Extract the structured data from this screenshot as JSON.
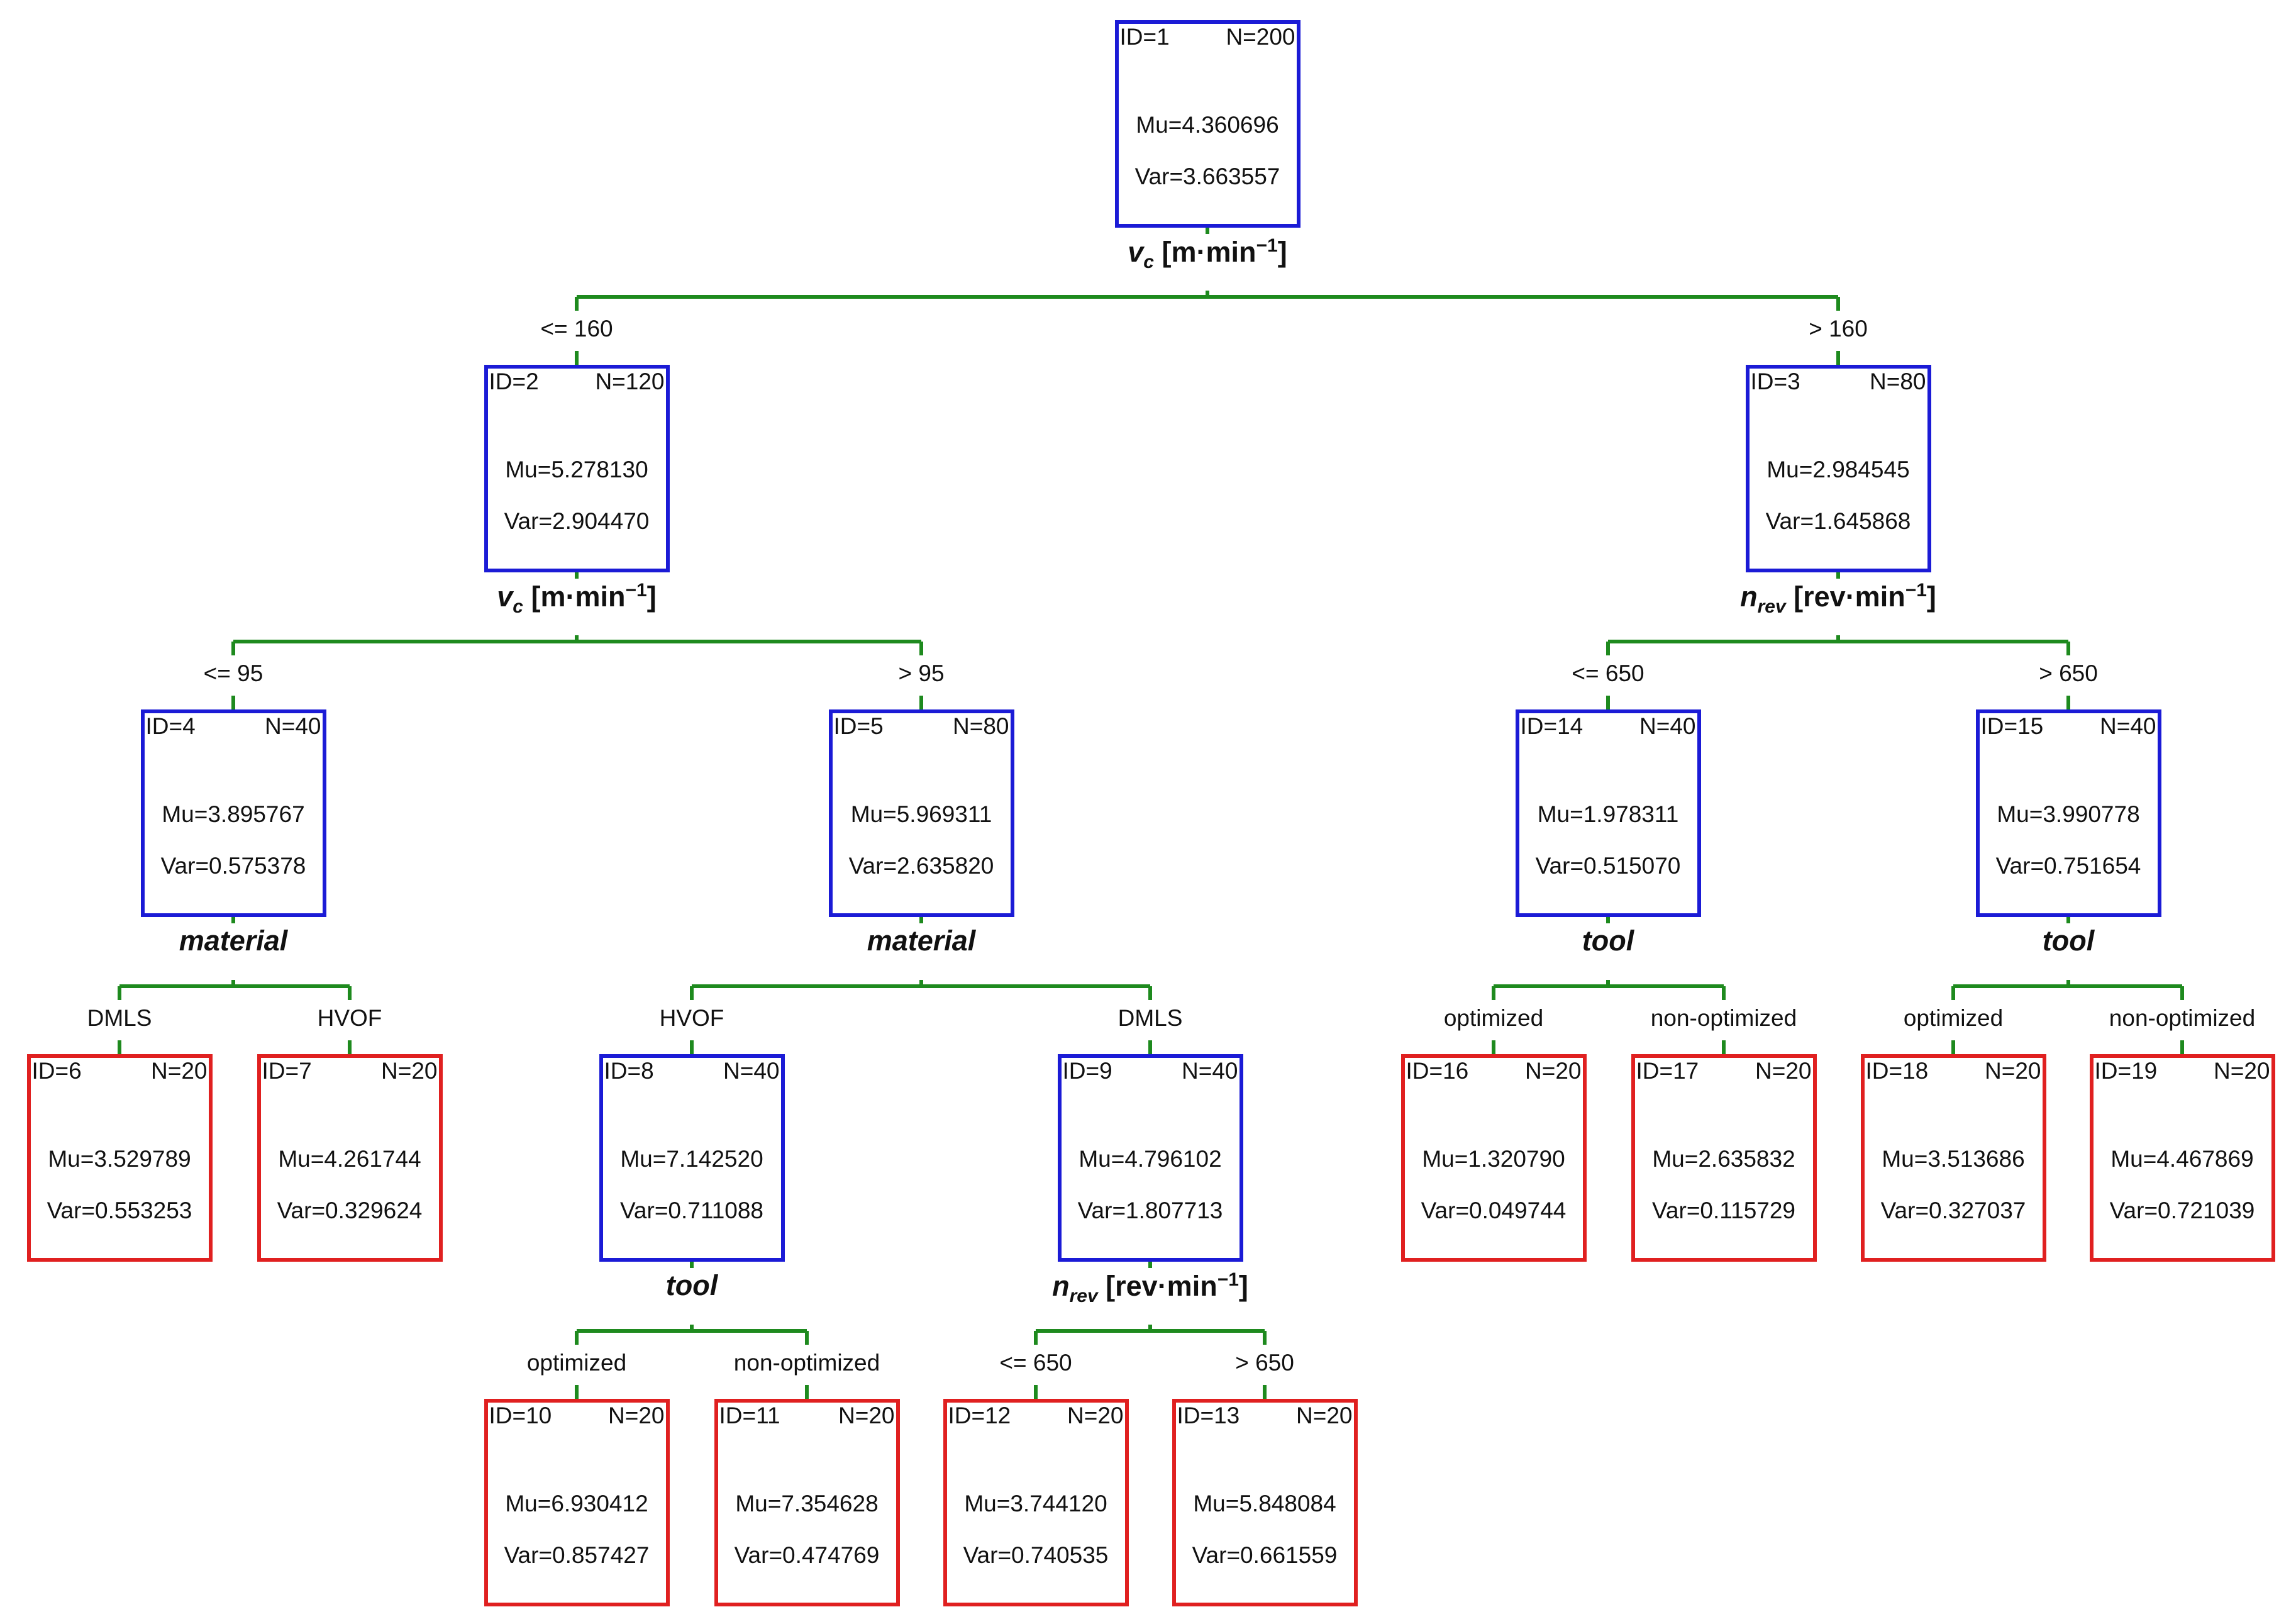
{
  "nodes": [
    {
      "key": "n1",
      "type": "internal",
      "id_text": "ID=1",
      "n_text": "N=200",
      "mu_text": "Mu=4.360696",
      "var_text": "Var=3.663557"
    },
    {
      "key": "n2",
      "type": "internal",
      "id_text": "ID=2",
      "n_text": "N=120",
      "mu_text": "Mu=5.278130",
      "var_text": "Var=2.904470"
    },
    {
      "key": "n3",
      "type": "internal",
      "id_text": "ID=3",
      "n_text": "N=80",
      "mu_text": "Mu=2.984545",
      "var_text": "Var=1.645868"
    },
    {
      "key": "n4",
      "type": "internal",
      "id_text": "ID=4",
      "n_text": "N=40",
      "mu_text": "Mu=3.895767",
      "var_text": "Var=0.575378"
    },
    {
      "key": "n5",
      "type": "internal",
      "id_text": "ID=5",
      "n_text": "N=80",
      "mu_text": "Mu=5.969311",
      "var_text": "Var=2.635820"
    },
    {
      "key": "n14",
      "type": "internal",
      "id_text": "ID=14",
      "n_text": "N=40",
      "mu_text": "Mu=1.978311",
      "var_text": "Var=0.515070"
    },
    {
      "key": "n15",
      "type": "internal",
      "id_text": "ID=15",
      "n_text": "N=40",
      "mu_text": "Mu=3.990778",
      "var_text": "Var=0.751654"
    },
    {
      "key": "n6",
      "type": "leaf",
      "id_text": "ID=6",
      "n_text": "N=20",
      "mu_text": "Mu=3.529789",
      "var_text": "Var=0.553253"
    },
    {
      "key": "n7",
      "type": "leaf",
      "id_text": "ID=7",
      "n_text": "N=20",
      "mu_text": "Mu=4.261744",
      "var_text": "Var=0.329624"
    },
    {
      "key": "n8",
      "type": "internal",
      "id_text": "ID=8",
      "n_text": "N=40",
      "mu_text": "Mu=7.142520",
      "var_text": "Var=0.711088"
    },
    {
      "key": "n9",
      "type": "internal",
      "id_text": "ID=9",
      "n_text": "N=40",
      "mu_text": "Mu=4.796102",
      "var_text": "Var=1.807713"
    },
    {
      "key": "n16",
      "type": "leaf",
      "id_text": "ID=16",
      "n_text": "N=20",
      "mu_text": "Mu=1.320790",
      "var_text": "Var=0.049744"
    },
    {
      "key": "n17",
      "type": "leaf",
      "id_text": "ID=17",
      "n_text": "N=20",
      "mu_text": "Mu=2.635832",
      "var_text": "Var=0.115729"
    },
    {
      "key": "n18",
      "type": "leaf",
      "id_text": "ID=18",
      "n_text": "N=20",
      "mu_text": "Mu=3.513686",
      "var_text": "Var=0.327037"
    },
    {
      "key": "n19",
      "type": "leaf",
      "id_text": "ID=19",
      "n_text": "N=20",
      "mu_text": "Mu=4.467869",
      "var_text": "Var=0.721039"
    },
    {
      "key": "n10",
      "type": "leaf",
      "id_text": "ID=10",
      "n_text": "N=20",
      "mu_text": "Mu=6.930412",
      "var_text": "Var=0.857427"
    },
    {
      "key": "n11",
      "type": "leaf",
      "id_text": "ID=11",
      "n_text": "N=20",
      "mu_text": "Mu=7.354628",
      "var_text": "Var=0.474769"
    },
    {
      "key": "n12",
      "type": "leaf",
      "id_text": "ID=12",
      "n_text": "N=20",
      "mu_text": "Mu=3.744120",
      "var_text": "Var=0.740535"
    },
    {
      "key": "n13",
      "type": "leaf",
      "id_text": "ID=13",
      "n_text": "N=20",
      "mu_text": "Mu=5.848084",
      "var_text": "Var=0.661559"
    }
  ],
  "splits": {
    "n1": {
      "var": "v",
      "sub": "c",
      "unit": "[m·min",
      "exp": "−1",
      "close": "]"
    },
    "n2": {
      "var": "v",
      "sub": "c",
      "unit": "[m·min",
      "exp": "−1",
      "close": "]"
    },
    "n3": {
      "var": "n",
      "sub": "rev",
      "unit": "[rev·min",
      "exp": "−1",
      "close": "]"
    },
    "n4": {
      "name": "material"
    },
    "n5": {
      "name": "material"
    },
    "n14": {
      "name": "tool"
    },
    "n15": {
      "name": "tool"
    },
    "n8": {
      "name": "tool"
    },
    "n9": {
      "var": "n",
      "sub": "rev",
      "unit": "[rev·min",
      "exp": "−1",
      "close": "]"
    }
  },
  "conditions": {
    "n2": "<= 160",
    "n3": "> 160",
    "n4": "<= 95",
    "n5": "> 95",
    "n14": "<= 650",
    "n15": "> 650",
    "n6": "DMLS",
    "n7": "HVOF",
    "n8": "HVOF",
    "n9": "DMLS",
    "n16": "optimized",
    "n17": "non-optimized",
    "n18": "optimized",
    "n19": "non-optimized",
    "n10": "optimized",
    "n11": "non-optimized",
    "n12": "<= 650",
    "n13": "> 650"
  },
  "edges": [
    {
      "from": "n1",
      "to": [
        "n2",
        "n3"
      ]
    },
    {
      "from": "n2",
      "to": [
        "n4",
        "n5"
      ]
    },
    {
      "from": "n3",
      "to": [
        "n14",
        "n15"
      ]
    },
    {
      "from": "n4",
      "to": [
        "n6",
        "n7"
      ]
    },
    {
      "from": "n5",
      "to": [
        "n8",
        "n9"
      ]
    },
    {
      "from": "n14",
      "to": [
        "n16",
        "n17"
      ]
    },
    {
      "from": "n15",
      "to": [
        "n18",
        "n19"
      ]
    },
    {
      "from": "n8",
      "to": [
        "n10",
        "n11"
      ]
    },
    {
      "from": "n9",
      "to": [
        "n12",
        "n13"
      ]
    }
  ],
  "colors": {
    "internal_border": "#1b1bd6",
    "leaf_border": "#e02020",
    "edge": "#1e8a1e"
  }
}
